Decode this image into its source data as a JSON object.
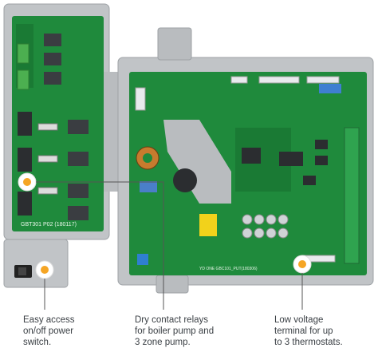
{
  "board": {
    "left_label": "GBT301 P02 (180117)",
    "main_label": "YD ONE GBC101_PUT(180306)"
  },
  "callouts": [
    {
      "text": "Easy access\non/off power\nswitch."
    },
    {
      "text": "Dry contact relays\nfor boiler pump and\n3 zone pump."
    },
    {
      "text": "Low voltage\nterminal for up\nto 3 thermostats."
    }
  ],
  "colors": {
    "pcb": "#1f8a3c",
    "housing": "#b9bcbf",
    "marker": "#f5a524",
    "relay": "#3a3d41",
    "terminal": "#2fa34f"
  }
}
